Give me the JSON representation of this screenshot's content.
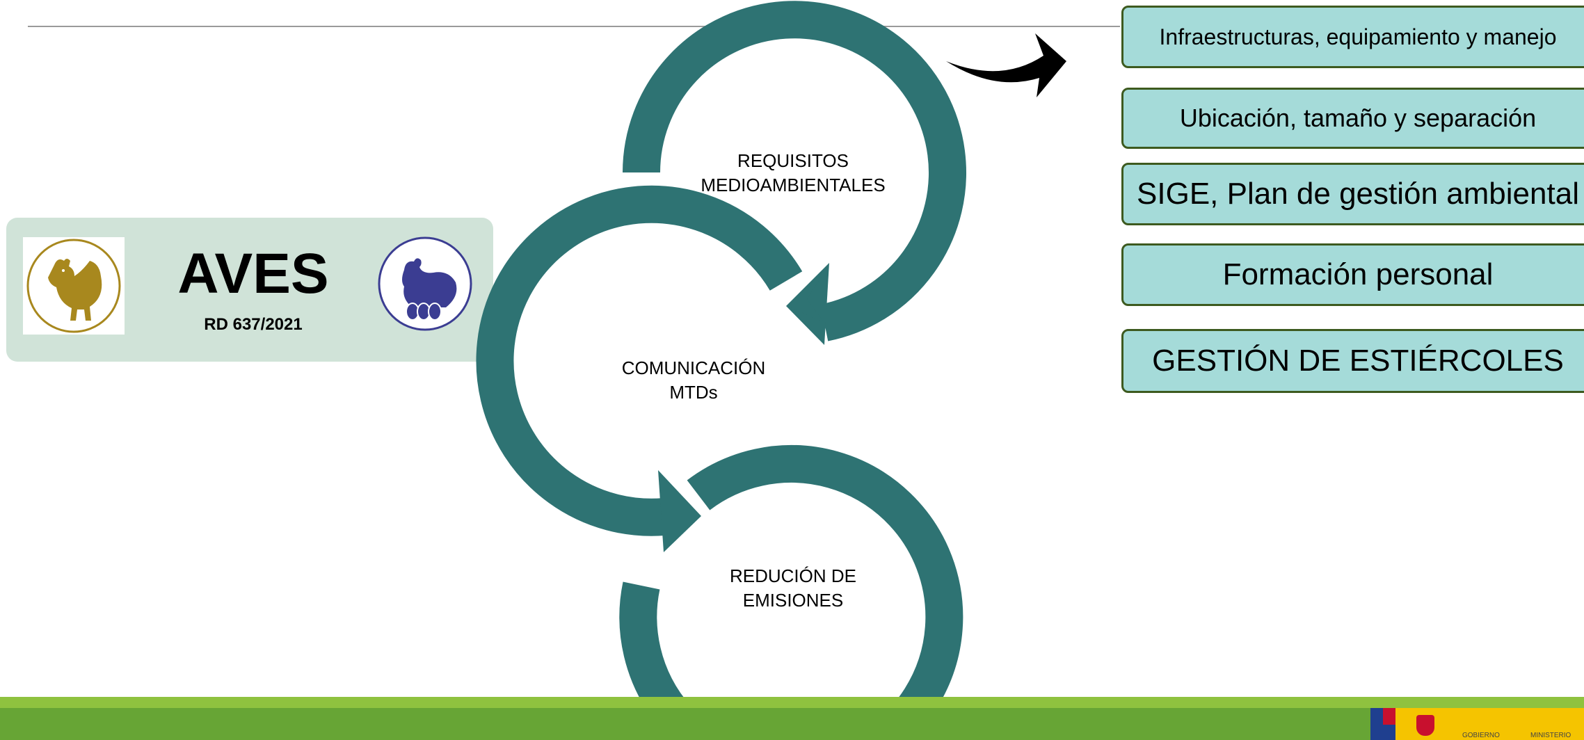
{
  "header": {
    "divider": true
  },
  "aves_panel": {
    "title": "AVES",
    "subtitle": "RD 637/2021",
    "rooster_icon": "rooster-icon",
    "hen_icon": "hen-on-eggs-icon",
    "colors": {
      "panel": "#d0e3d8",
      "rooster": "#a8881e",
      "hen": "#3b3d92"
    }
  },
  "cycle": {
    "color": "#2e7373",
    "steps": [
      {
        "label": "REQUISITOS\nMEDIOAMBIENTALES"
      },
      {
        "label": "COMUNICACIÓN\nMTDs"
      },
      {
        "label": "REDUCIÓN DE\nEMISIONES"
      }
    ]
  },
  "arrow": {
    "icon": "curved-arrow-right-icon"
  },
  "requirements": {
    "items": [
      {
        "label": "Infraestructuras, equipamiento y manejo"
      },
      {
        "label": "Ubicación, tamaño y separación"
      },
      {
        "label": "SIGE, Plan de gestión ambiental"
      },
      {
        "label": "Formación personal"
      },
      {
        "label": "GESTIÓN DE ESTIÉRCOLES"
      }
    ],
    "colors": {
      "fill": "#a5dbd9",
      "border": "#3d5a1f"
    }
  },
  "footer": {
    "gov_text_1": "GOBIERNO",
    "gov_text_2": "MINISTERIO"
  }
}
